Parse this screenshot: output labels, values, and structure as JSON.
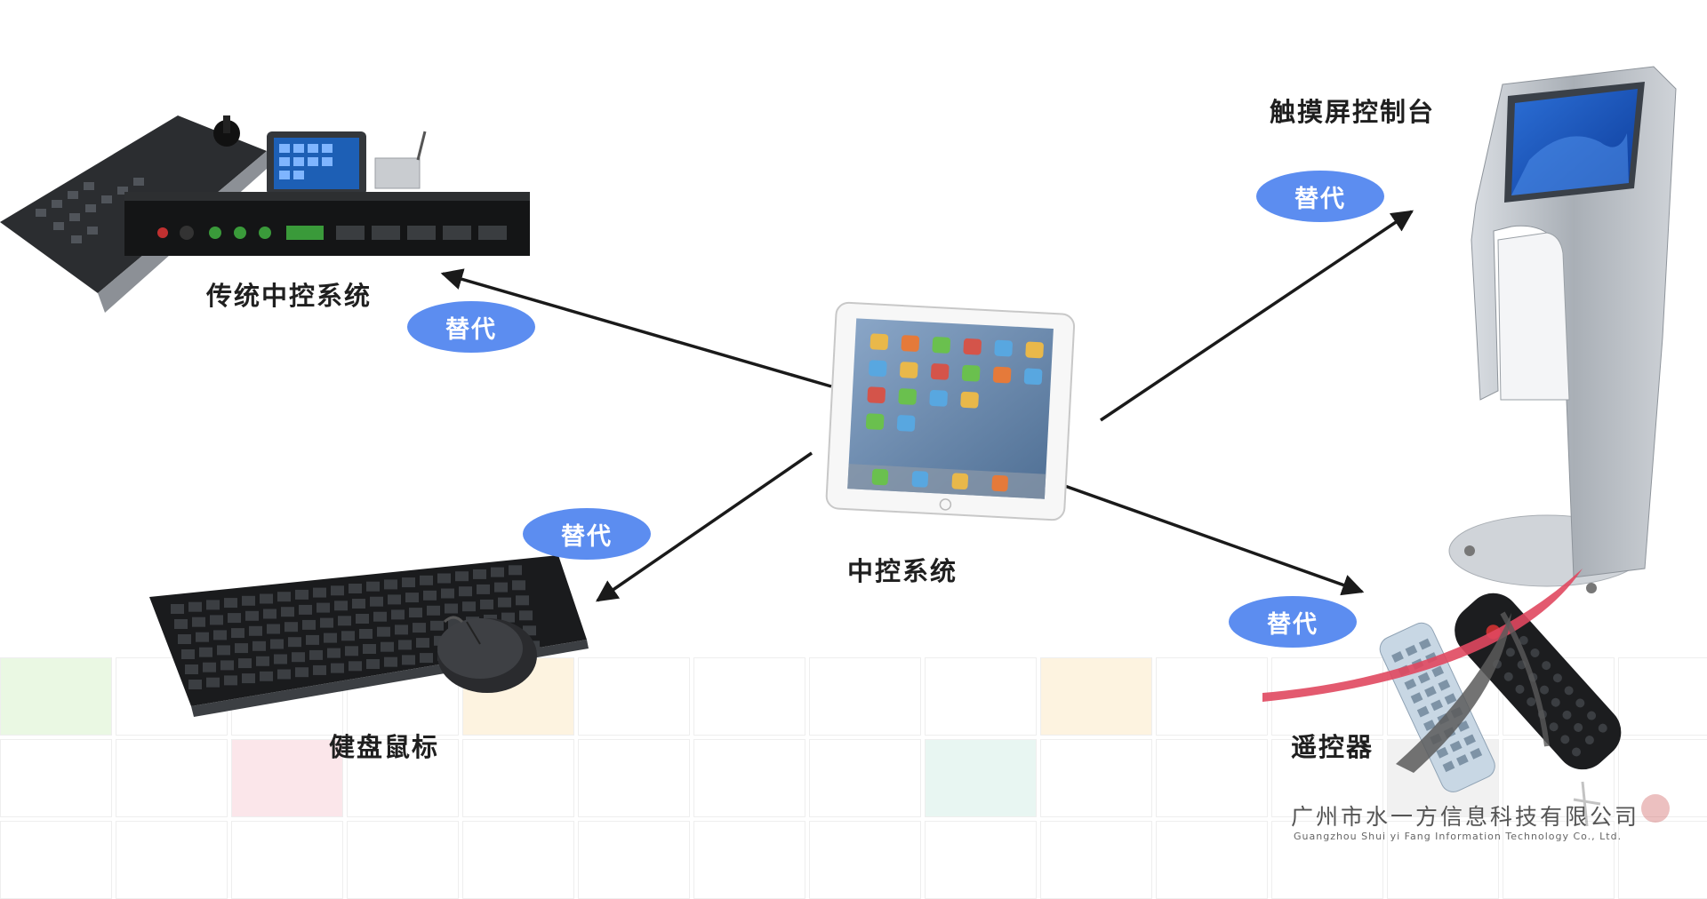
{
  "center": {
    "label": "中控系统"
  },
  "nodes": {
    "traditional": {
      "label": "传统中控系统"
    },
    "touch": {
      "label": "触摸屏控制台"
    },
    "keyboard": {
      "label": "健盘鼠标"
    },
    "remote": {
      "label": "遥控器"
    }
  },
  "badges": [
    "替代",
    "替代",
    "替代",
    "替代"
  ],
  "company": {
    "name_cn": "广州市水一方信息科技有限公司",
    "name_en": "Guangzhou Shui yi Fang Information Technology  Co., Ltd."
  },
  "colors": {
    "badge": "#5c8df0",
    "arrow": "#1a1a1a",
    "logo_red": "#e0485f"
  }
}
